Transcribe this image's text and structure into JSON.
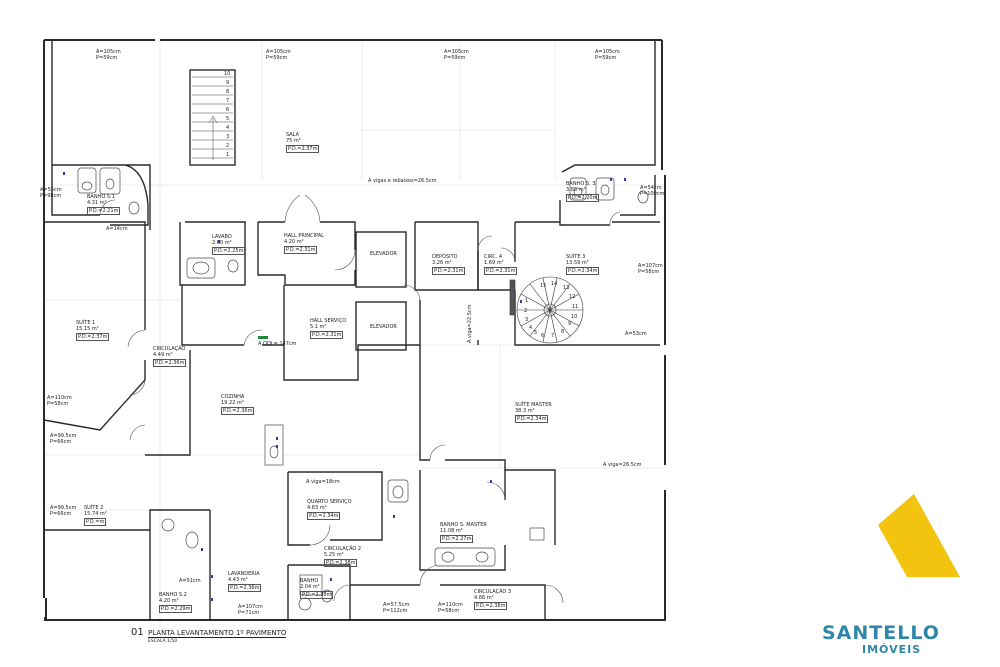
{
  "sheet": {
    "number": "01",
    "title": "PLANTA LEVANTAMENTO 1º PAVIMENTO",
    "scale": "ESCALA 1/50"
  },
  "brand": {
    "name": "SANTELLO",
    "subtitle": "IMÓVEIS",
    "logo_color": "#f2c40f",
    "text_color": "#2e86a8"
  },
  "rooms": [
    {
      "id": "sala",
      "name": "SALA",
      "area": "75 m²",
      "pd": "P.D.=2.37m"
    },
    {
      "id": "banho-s1",
      "name": "BANHO S.1",
      "area": "4.31 m²",
      "pd": "P.D.=2.21m"
    },
    {
      "id": "lavabo",
      "name": "LAVABO",
      "area": "2.60 m²",
      "pd": "P.D.=2.25m"
    },
    {
      "id": "hall-principal",
      "name": "HALL PRINCIPAL",
      "area": "4.20 m²",
      "pd": "P.D.=2.31m"
    },
    {
      "id": "elevador-1",
      "name": "ELEVADOR",
      "area": "",
      "pd": ""
    },
    {
      "id": "deposito",
      "name": "DEPÓSITO",
      "area": "3.26 m²",
      "pd": "P.D.=2.31m"
    },
    {
      "id": "circ-4",
      "name": "CIRC. 4",
      "area": "1.69 m²",
      "pd": "P.D.=2.31m"
    },
    {
      "id": "suite-3",
      "name": "SUÍTE 3",
      "area": "13.59 m²",
      "pd": "P.D.=2.34m"
    },
    {
      "id": "banho-s3",
      "name": "BANHO S. 3",
      "area": "3.85 m²",
      "pd": "P.D.=2.20m"
    },
    {
      "id": "suite-1",
      "name": "SUÍTE 1",
      "area": "15.15 m²",
      "pd": "P.D.=2.37m"
    },
    {
      "id": "hall-servico",
      "name": "HALL SERVIÇO",
      "area": "5.1 m²",
      "pd": "P.D.=2.31m"
    },
    {
      "id": "elevador-2",
      "name": "ELEVADOR",
      "area": "",
      "pd": ""
    },
    {
      "id": "circulacao",
      "name": "CIRCULAÇÃO",
      "area": "4.49 m²",
      "pd": "P.D.=2.36m"
    },
    {
      "id": "cozinha",
      "name": "COZINHA",
      "area": "19.22 m²",
      "pd": "P.D.=2.36m"
    },
    {
      "id": "suite-master",
      "name": "SUÍTE MASTER",
      "area": "38.3 m²",
      "pd": "P.D.=2.34m"
    },
    {
      "id": "quarto-servico",
      "name": "QUARTO SERVIÇO",
      "area": "4.83 m²",
      "pd": "P.D.=2.34m"
    },
    {
      "id": "suite-2",
      "name": "SUÍTE 2",
      "area": "15.74 m²",
      "pd": "P.D.=m"
    },
    {
      "id": "banho-s-master",
      "name": "BANHO S. MASTER",
      "area": "11.08 m²",
      "pd": "P.D.=2.27m"
    },
    {
      "id": "circulacao-2",
      "name": "CIRCULAÇÃO 2",
      "area": "5.25 m²",
      "pd": "P.D.=2.38m"
    },
    {
      "id": "lavanderia",
      "name": "LAVANDERIA",
      "area": "4.43 m²",
      "pd": "P.D.=2.36m"
    },
    {
      "id": "banho",
      "name": "BANHO",
      "area": "2.04 m²",
      "pd": "P.D.=2.38m"
    },
    {
      "id": "banho-s2",
      "name": "BANHO S.2",
      "area": "4.20 m²",
      "pd": "P.D.=2.29m"
    },
    {
      "id": "circulacao-3",
      "name": "CIRCULAÇÃO 3",
      "area": "4.86 m²",
      "pd": "P.D.=2.38m"
    }
  ],
  "dimensions": [
    {
      "id": "win-1",
      "lines": [
        "A=105cm",
        "P=59cm"
      ]
    },
    {
      "id": "win-2",
      "lines": [
        "A=105cm",
        "P=59cm"
      ]
    },
    {
      "id": "win-3",
      "lines": [
        "A=105cm",
        "P=59cm"
      ]
    },
    {
      "id": "win-4",
      "lines": [
        "A=105cm",
        "P=59cm"
      ]
    },
    {
      "id": "vigas",
      "lines": [
        "A vigas e rebaixos=26.5cm"
      ]
    },
    {
      "id": "bs1-win",
      "lines": [
        "A=55cm",
        "P=98cm"
      ]
    },
    {
      "id": "a14",
      "lines": [
        "A=14cm"
      ]
    },
    {
      "id": "bs3-win",
      "lines": [
        "A=54cm",
        "P=100cm"
      ]
    },
    {
      "id": "s3-win",
      "lines": [
        "A=107cm",
        "P=58cm"
      ]
    },
    {
      "id": "a53",
      "lines": [
        "A=53cm"
      ]
    },
    {
      "id": "aviga225",
      "lines": [
        "A viga=22.5cm"
      ]
    },
    {
      "id": "aqdl",
      "lines": [
        "A QDL= 147cm"
      ]
    },
    {
      "id": "s1-win",
      "lines": [
        "A=110cm",
        "P=58cm"
      ]
    },
    {
      "id": "a995-1",
      "lines": [
        "A=99.5cm",
        "P=66cm"
      ]
    },
    {
      "id": "a995-2",
      "lines": [
        "A=99.5cm",
        "P=66cm"
      ]
    },
    {
      "id": "aviga265",
      "lines": [
        "A viga=26.5cm"
      ]
    },
    {
      "id": "aviga18",
      "lines": [
        "A viga=18cm"
      ]
    },
    {
      "id": "a51",
      "lines": [
        "A=51cm"
      ]
    },
    {
      "id": "lav-win",
      "lines": [
        "A=107cm",
        "P=71cm"
      ]
    },
    {
      "id": "a575",
      "lines": [
        "A=57.5cm",
        "P=112cm"
      ]
    },
    {
      "id": "a110b",
      "lines": [
        "A=110cm",
        "P=58cm"
      ]
    }
  ],
  "stairs": {
    "straight_steps": [
      "10",
      "9",
      "8",
      "7",
      "6",
      "5",
      "4",
      "3",
      "2",
      "1"
    ],
    "spiral_steps": [
      "1",
      "2",
      "3",
      "4",
      "5",
      "6",
      "7",
      "8",
      "9",
      "10",
      "11",
      "12",
      "13",
      "14",
      "15"
    ]
  },
  "colors": {
    "walls": "#2a2a2a",
    "fixtures": "#4a4a4a",
    "markers": "#3a3aa8",
    "qdl": "#1f8a3a"
  }
}
